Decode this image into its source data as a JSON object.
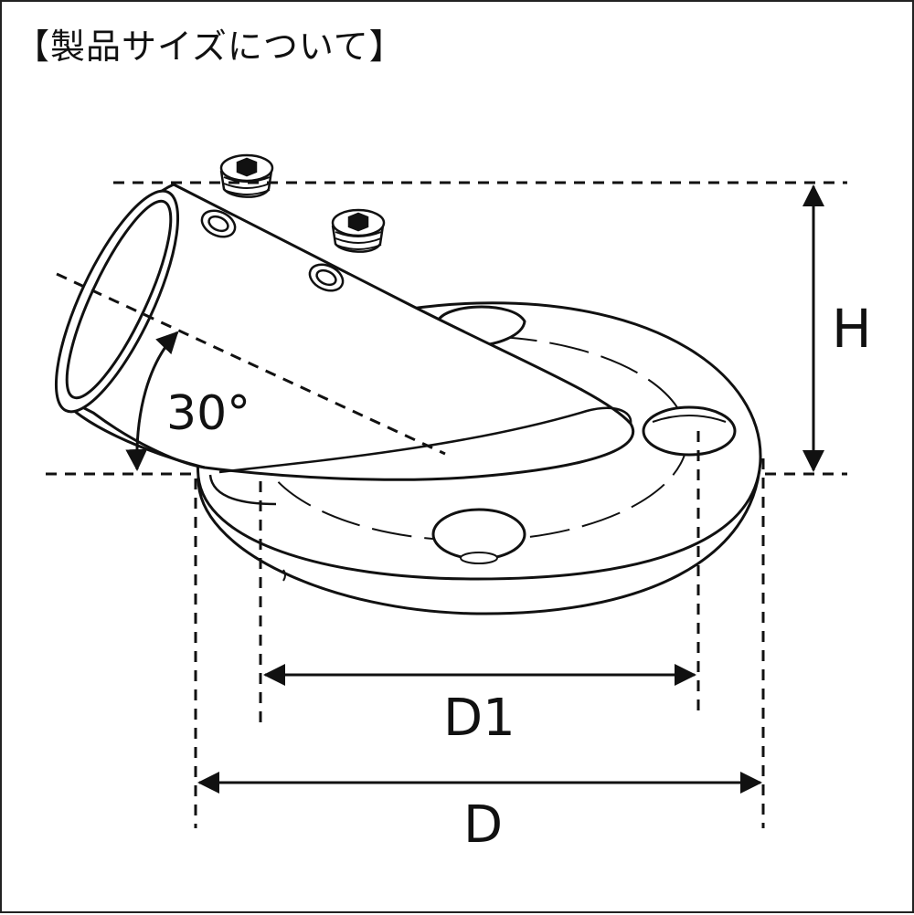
{
  "title": "【製品サイズについて】",
  "labels": {
    "angle": "30°",
    "height": "H",
    "hole_pitch": "D1",
    "diameter": "D"
  }
}
